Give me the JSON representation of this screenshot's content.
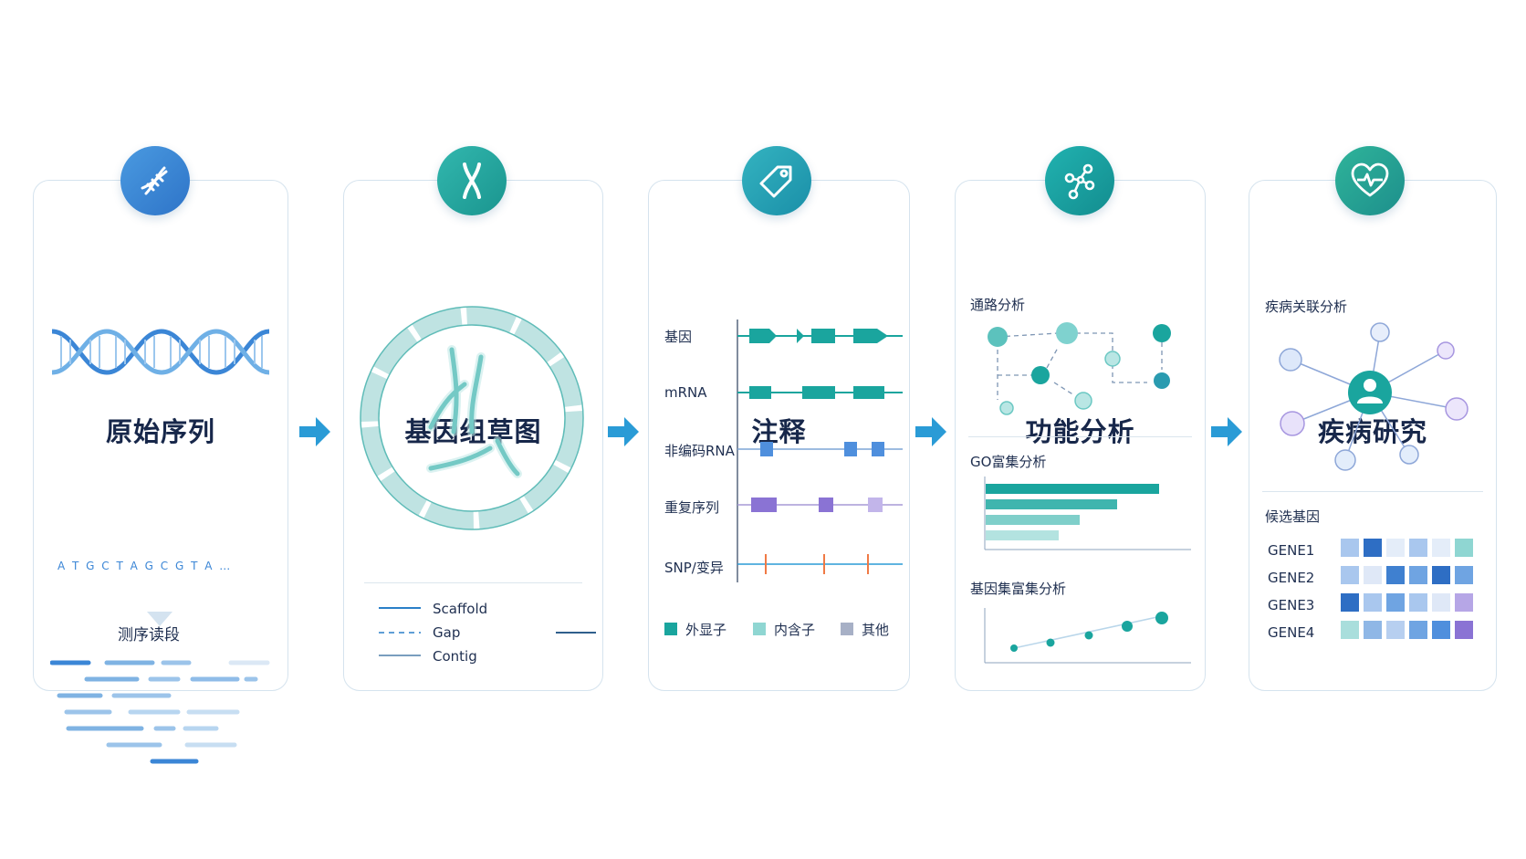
{
  "stages": [
    {
      "title": "原始序列",
      "sequence": "A T G C T A G C G T A …",
      "reads_label": "测序读段",
      "icon": "dna-icon"
    },
    {
      "title": "基因组草图",
      "legend": [
        "Scaffold",
        "Gap",
        "Contig"
      ],
      "icon": "chromosome-icon"
    },
    {
      "title": "注释",
      "tracks": [
        "基因",
        "mRNA",
        "非编码RNA",
        "重复序列",
        "SNP/变异"
      ],
      "legend": [
        "外显子",
        "内含子",
        "其他"
      ],
      "icon": "tag-icon"
    },
    {
      "title": "功能分析",
      "sections": [
        "通路分析",
        "GO富集分析",
        "基因集富集分析"
      ],
      "go_bars": [
        1.0,
        0.76,
        0.54,
        0.42
      ],
      "icon": "network-icon"
    },
    {
      "title": "疾病研究",
      "sections": [
        "疾病关联分析",
        "候选基因"
      ],
      "genes": [
        "GENE1",
        "GENE2",
        "GENE3",
        "GENE4"
      ],
      "icon": "heart-pulse-icon"
    }
  ],
  "colors": {
    "blue": "#3b86d6",
    "teal": "#1aa59e",
    "purple": "#8a73d4",
    "orange": "#f07a45",
    "arrow": "#2a9bd6"
  }
}
